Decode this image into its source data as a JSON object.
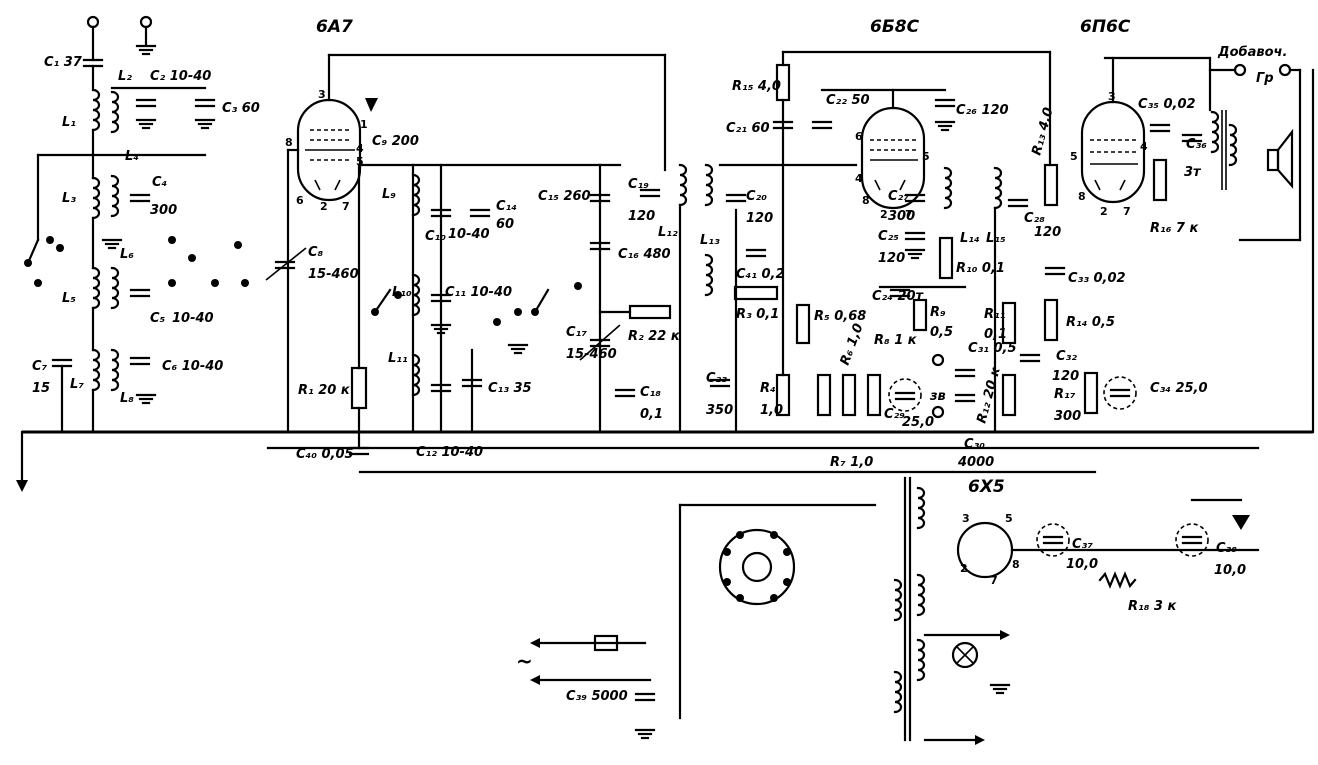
{
  "tubes": {
    "v1": "6А7",
    "v2": "6Б8С",
    "v3": "6П6С",
    "rect": "6Х5"
  },
  "labels": {
    "c1": "C₁ 37",
    "l1": "L₁",
    "l2": "L₂",
    "c2": "C₂ 10-40",
    "c3": "C₃ 60",
    "l3": "L₃",
    "l4": "L₄",
    "c4": "C₄",
    "c4v": "300",
    "l5": "L₅",
    "l6": "L₆",
    "c5": "C₅",
    "c5v": "10-40",
    "c7": "C₇",
    "c7v": "15",
    "l7": "L₇",
    "l8": "L₈",
    "c6": "C₆ 10-40",
    "c8": "C₈",
    "c8v": "15-460",
    "c9": "C₉ 200",
    "l9": "L₉",
    "c10": "C₁₀",
    "c10v": "10-40",
    "c14": "C₁₄",
    "c14v": "60",
    "c15": "C₁₅ 260",
    "c16": "C₁₆ 480",
    "l10": "L₁₀",
    "c11": "C₁₁ 10-40",
    "l11": "L₁₁",
    "c13": "C₁₃ 35",
    "c12": "C₁₂ 10-40",
    "r1": "R₁ 20 к",
    "c40": "C₄₀ 0,05",
    "c17": "C₁₇",
    "c17v": "15-460",
    "r2": "R₂ 22 к",
    "c18": "C₁₈",
    "c18v": "0,1",
    "c19": "C₁₉",
    "c19v": "120",
    "l12": "L₁₂",
    "r15": "R₁₅ 4,0",
    "c21": "C₂₁ 60",
    "c20": "C₂₀",
    "c20v": "120",
    "l13": "L₁₃",
    "c41": "C₄₁ 0,2",
    "r3": "R₃ 0,1",
    "c23": "C₂₃",
    "c23v": "350",
    "r4": "R₄",
    "r4v": "1,0",
    "r5": "R₅ 0,68",
    "r6": "R₆ 1,0",
    "r7": "R₇ 1,0",
    "c22": "C₂₂ 50",
    "c26": "C₂₆ 120",
    "c27": "C₂₇",
    "c27v": "300",
    "c25": "C₂₅",
    "c25v": "120",
    "l14": "L₁₄",
    "l15": "L₁₅",
    "c28": "C₂₈",
    "c28v": "120",
    "r13": "R₁₃ 4,0",
    "r10": "R₁₀ 0,1",
    "c24": "C₂₄ 20т",
    "r9": "R₉",
    "r9v": "0,5",
    "r8": "R₈ 1 к",
    "c29": "C₂₉",
    "c29v": "25,0",
    "zv": "зв",
    "r11": "R₁₁",
    "r11v": "0,1",
    "c31": "C₃₁ 0,5",
    "r12": "R₁₂ 20 к",
    "c30": "C₃₀",
    "c30v": "4000",
    "c32": "C₃₂",
    "c32v": "120",
    "c33": "C₃₃ 0,02",
    "r14": "R₁₄ 0,5",
    "r17": "R₁₇",
    "r17v": "300",
    "c34": "C₃₄ 25,0",
    "c35": "C₃₅ 0,02",
    "c36": "C₃₆",
    "c36v": "3т",
    "r16": "R₁₆ 7 к",
    "dob": "Добавоч.",
    "gr": "Гр",
    "c37": "C₃₇",
    "c37v": "10,0",
    "c38": "C₃₈",
    "c38v": "10,0",
    "r18": "R₁₈ 3 к",
    "c39": "C₃₉ 5000",
    "ac": "~",
    "p3": "3",
    "p8": "8",
    "p1": "1",
    "p4": "4",
    "p5": "5",
    "p6": "6",
    "p2": "2",
    "p7": "7"
  }
}
